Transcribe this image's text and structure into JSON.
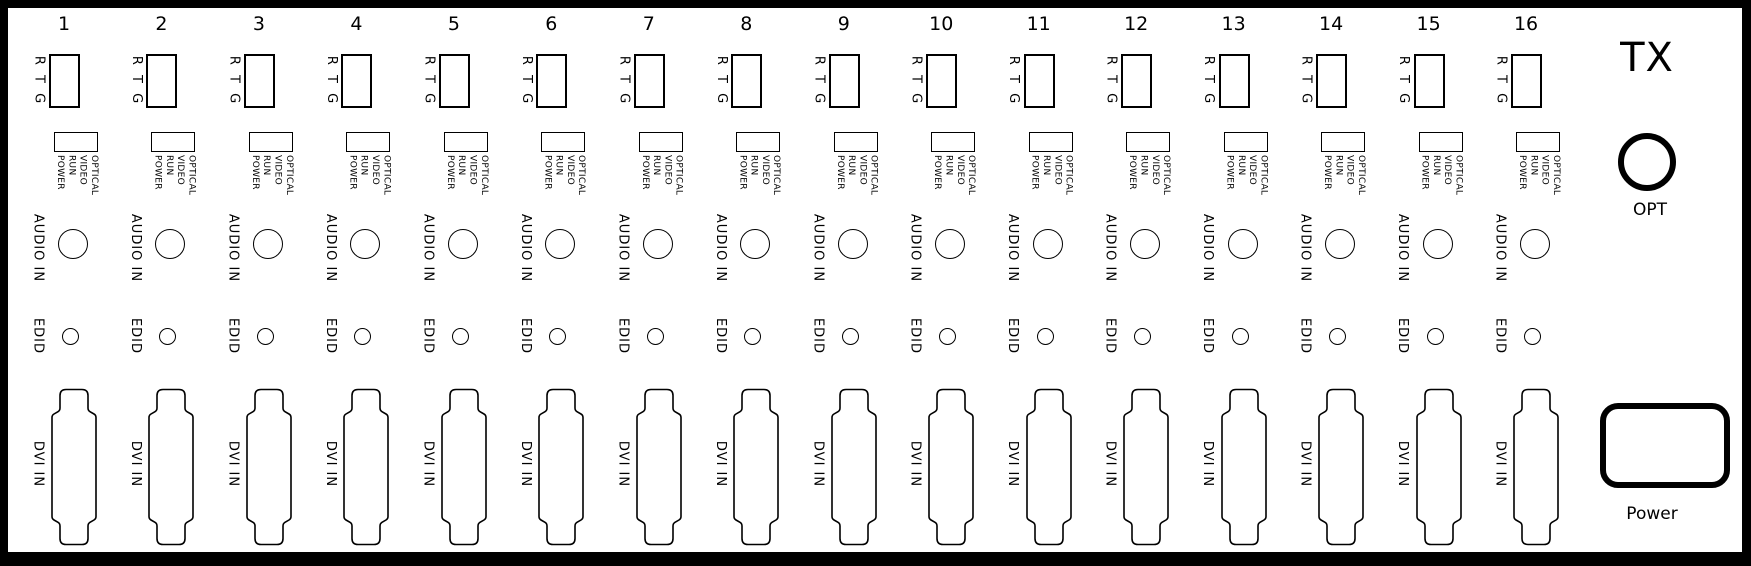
{
  "channels": {
    "numbers": [
      "1",
      "2",
      "3",
      "4",
      "5",
      "6",
      "7",
      "8",
      "9",
      "10",
      "11",
      "12",
      "13",
      "14",
      "15",
      "16"
    ],
    "labels": {
      "terminal": "R T G",
      "leds": [
        "POWER",
        "RUN",
        "VIDEO",
        "OPTICAL"
      ],
      "audio": "AUDIO IN",
      "edid": "EDID",
      "dvi": "DVI IN"
    }
  },
  "right_panel": {
    "title": "TX",
    "opt_label": "OPT",
    "power_label": "Power"
  },
  "colors": {
    "outline": "#000000",
    "background": "#ffffff",
    "text": "#000000"
  }
}
